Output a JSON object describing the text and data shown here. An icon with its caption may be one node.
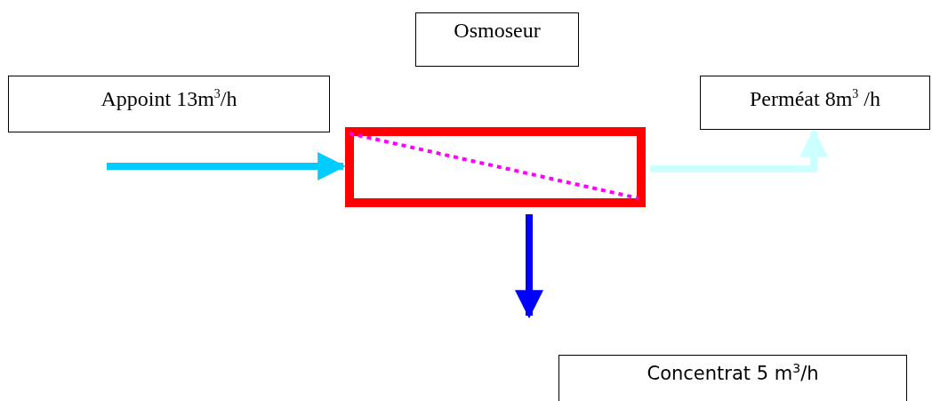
{
  "diagram": {
    "nodes": [
      {
        "text": [
          "Osmoseur"
        ]
      },
      {
        "text": [
          "Appoint 13m$^{3}$/h"
        ]
      },
      {
        "text": [],
        "shape": "box"
      },
      {
        "text": [
          "Perméat 8m$^{3}$ /h"
        ]
      },
      {
        "text": [
          "Concentrat 5 m$^{3}$/h"
        ]
      }
    ],
    "edges": [
      {
        "from": null,
        "to": 2,
        "arrow": "to",
        "color": "#00ccff"
      },
      {
        "from": 2,
        "to": 3,
        "arrow": "to",
        "color": "#ccffff"
      },
      {
        "from": 2,
        "to": null,
        "arrow": "to",
        "color": "#0000ff"
      }
    ]
  }
}
